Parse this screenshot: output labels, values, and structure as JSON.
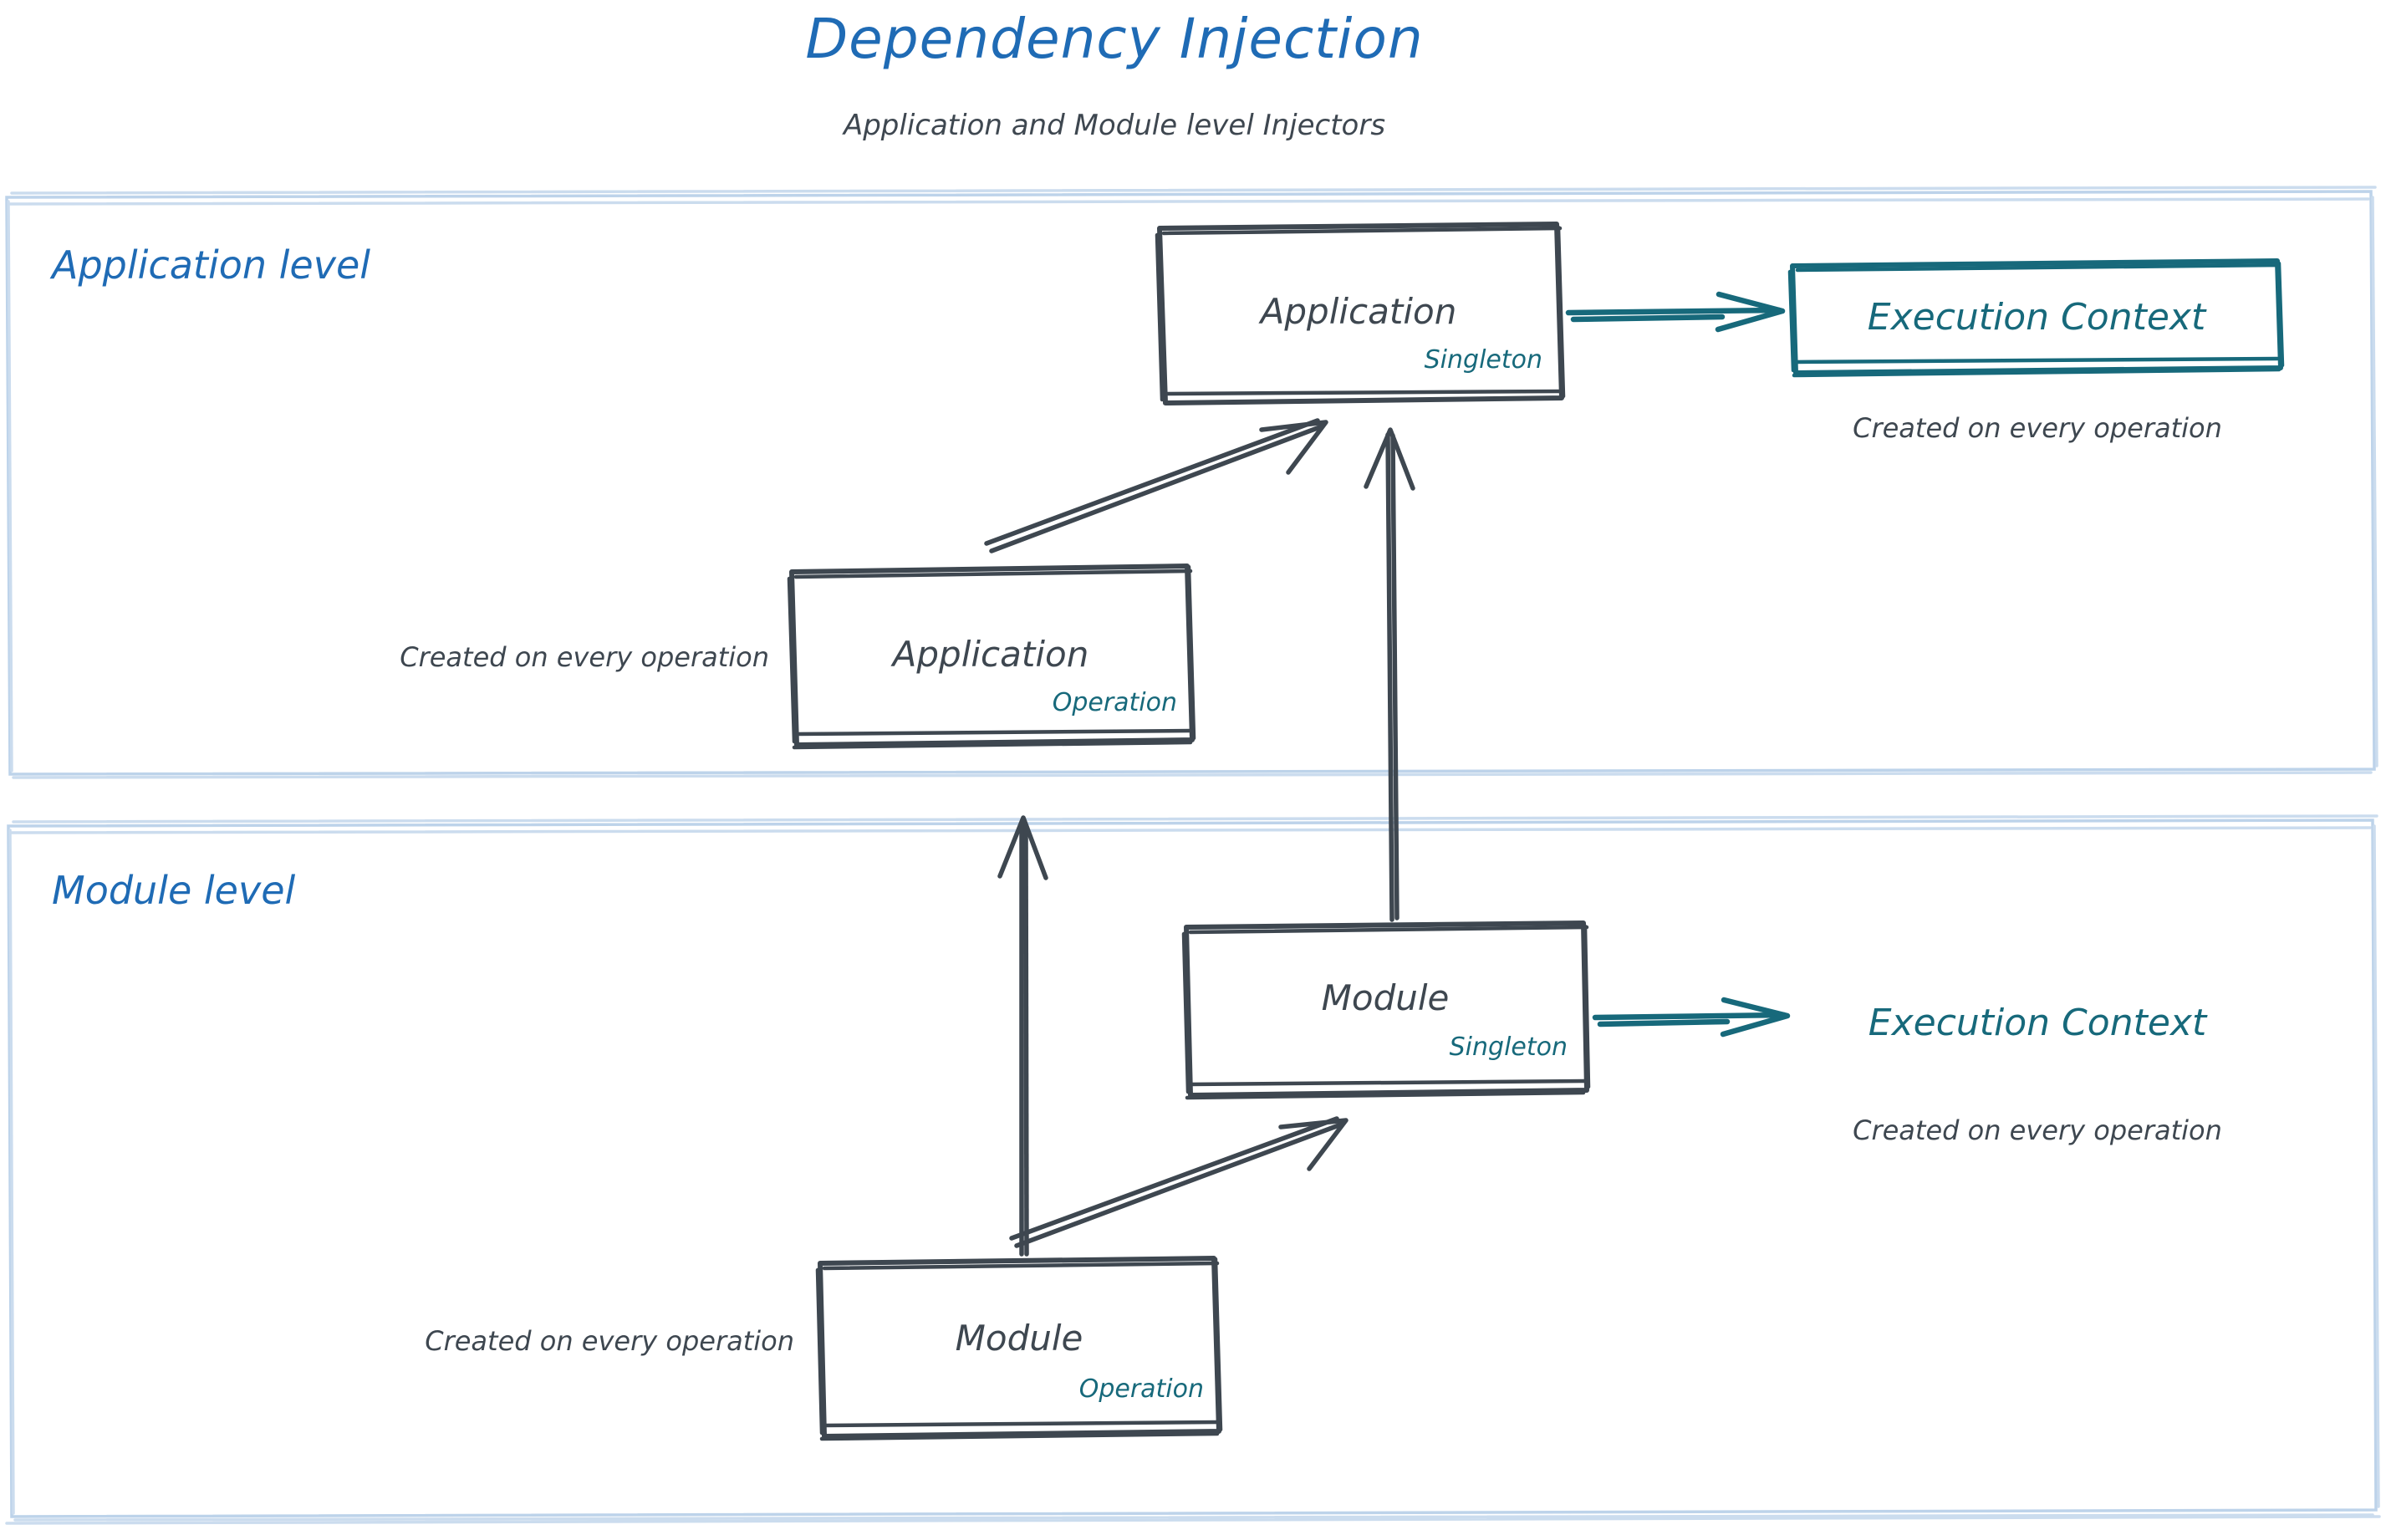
{
  "header": {
    "title": "Dependency Injection",
    "subtitle": "Application and Module level Injectors"
  },
  "colors": {
    "title_blue": "#1F6BB5",
    "panel_border_blue": "#BDD3EA",
    "node_stroke": "#3E4750",
    "scope_teal": "#17697B",
    "note_gray": "#3E4750",
    "background": "#FFFFFF"
  },
  "panels": [
    {
      "id": "application-level",
      "label": "Application level",
      "nodes": [
        {
          "id": "application-singleton",
          "title": "Application",
          "scope": "Singleton",
          "kind": "injector"
        },
        {
          "id": "application-operation",
          "title": "Application",
          "scope": "Operation",
          "kind": "injector",
          "note": "Created on every operation"
        },
        {
          "id": "application-execution-context",
          "title": "Execution Context",
          "kind": "context",
          "note": "Created on every operation"
        }
      ]
    },
    {
      "id": "module-level",
      "label": "Module level",
      "nodes": [
        {
          "id": "module-singleton",
          "title": "Module",
          "scope": "Singleton",
          "kind": "injector"
        },
        {
          "id": "module-operation",
          "title": "Module",
          "scope": "Operation",
          "kind": "injector",
          "note": "Created on every operation"
        },
        {
          "id": "module-execution-context",
          "title": "Execution Context",
          "kind": "context",
          "note": "Created on every operation"
        }
      ]
    }
  ],
  "edges": [
    {
      "id": "app-singleton-to-exec-context",
      "from": "application-singleton",
      "to": "application-execution-context",
      "style": "teal-arrow"
    },
    {
      "id": "app-operation-to-app-singleton",
      "from": "application-operation",
      "to": "application-singleton",
      "style": "gray-arrow"
    },
    {
      "id": "module-singleton-to-app-singleton",
      "from": "module-singleton",
      "to": "application-singleton",
      "style": "gray-arrow"
    },
    {
      "id": "module-singleton-to-exec-context",
      "from": "module-singleton",
      "to": "module-execution-context",
      "style": "teal-arrow"
    },
    {
      "id": "module-operation-to-module-singleton",
      "from": "module-operation",
      "to": "module-singleton",
      "style": "gray-arrow"
    },
    {
      "id": "module-operation-to-app-operation",
      "from": "module-operation",
      "to": "application-operation",
      "style": "gray-arrow"
    }
  ],
  "labels": {
    "app_singleton_title": "Application",
    "app_singleton_scope": "Singleton",
    "app_operation_title": "Application",
    "app_operation_scope": "Operation",
    "app_operation_note": "Created on every operation",
    "app_exec_title": "Execution Context",
    "app_exec_note": "Created on every operation",
    "mod_singleton_title": "Module",
    "mod_singleton_scope": "Singleton",
    "mod_operation_title": "Module",
    "mod_operation_scope": "Operation",
    "mod_operation_note": "Created on every operation",
    "mod_exec_title": "Execution Context",
    "mod_exec_note": "Created on every operation",
    "app_panel_label": "Application level",
    "mod_panel_label": "Module level"
  }
}
